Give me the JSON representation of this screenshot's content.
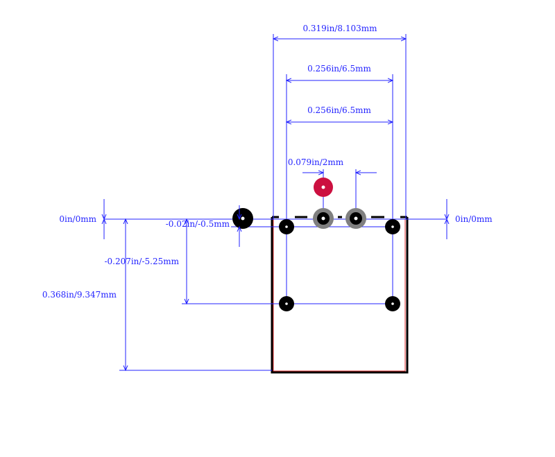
{
  "colors": {
    "dimension": "#2222ff",
    "outline": "#000000",
    "courtyard": "#e03030",
    "pad": "#000000",
    "pin_highlight": "#cc1040",
    "pin_gray": "#808080",
    "background": "#ffffff"
  },
  "dimensions": {
    "overall_width": "0.319in/8.103mm",
    "pad_span_1": "0.256in/6.5mm",
    "pad_span_2": "0.256in/6.5mm",
    "pin_pitch": "0.079in/2mm",
    "origin_left": "0in/0mm",
    "origin_right": "0in/0mm",
    "offset_small": "-0.02in/-0.5mm",
    "offset_rear_pads": "-0.207in/-5.25mm",
    "overall_height": "0.368in/9.347mm"
  }
}
